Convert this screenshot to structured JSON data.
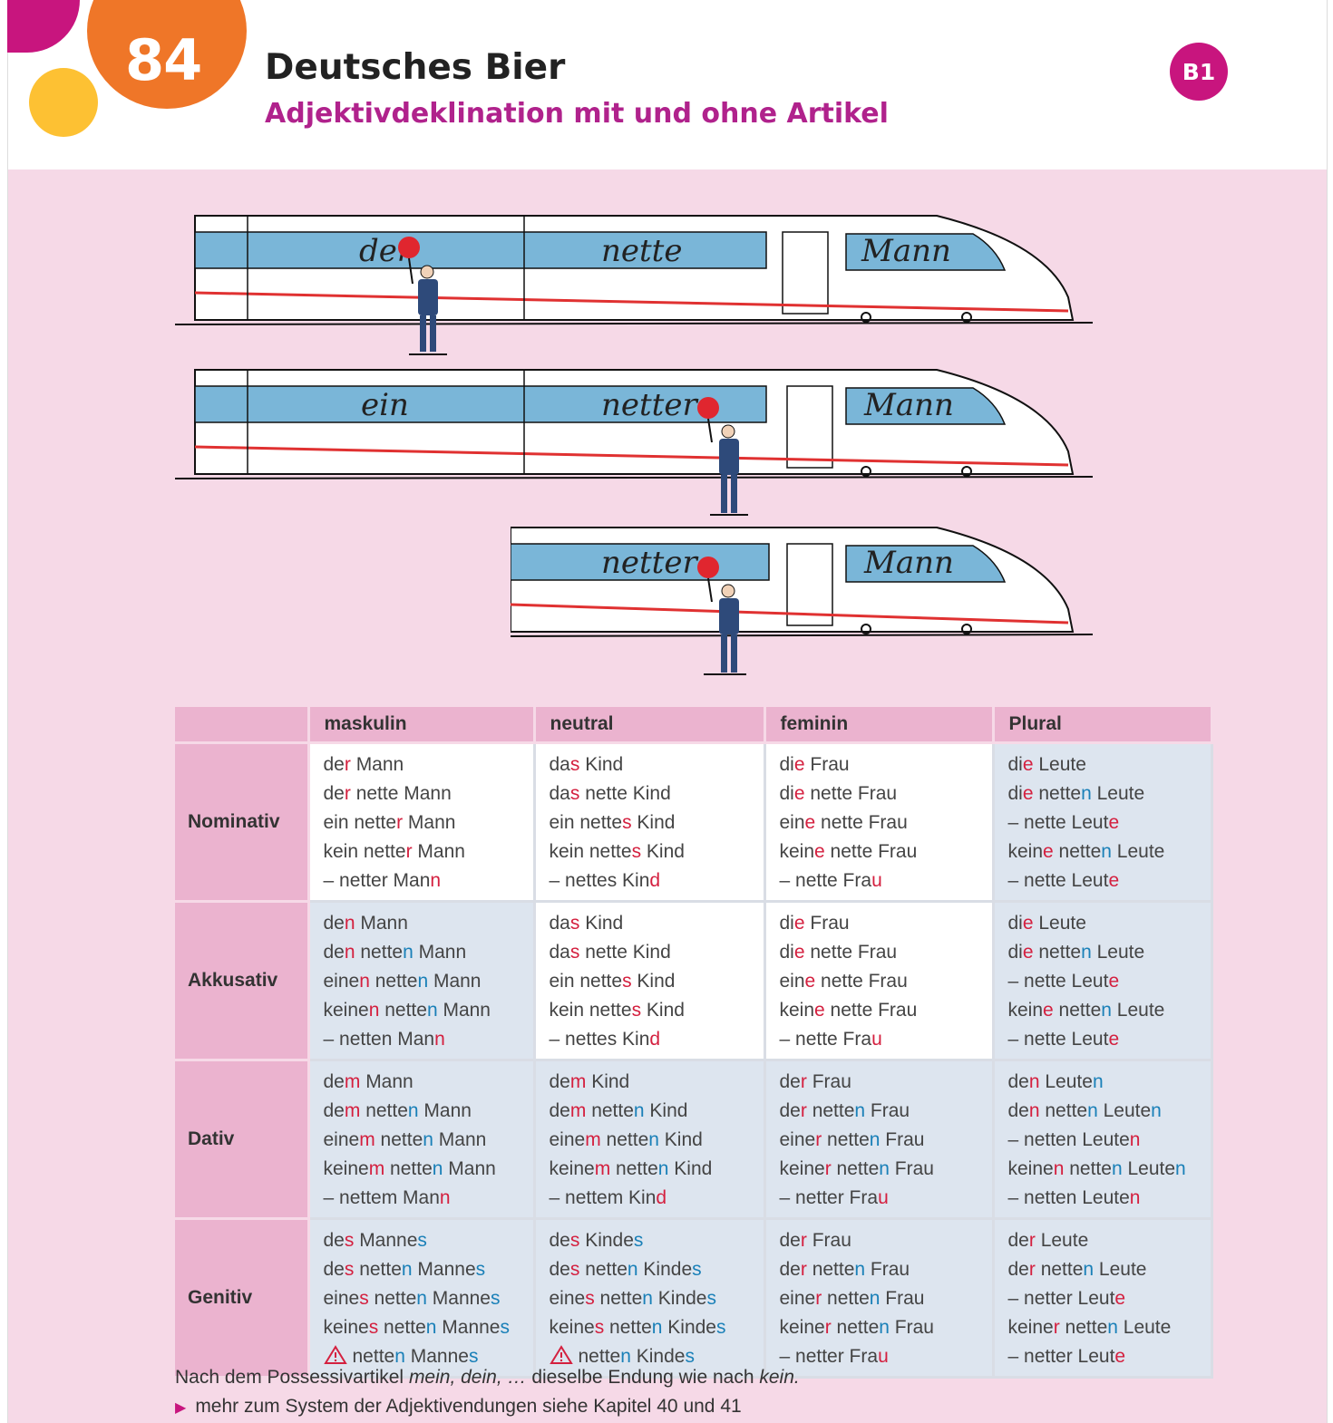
{
  "header": {
    "chapter_number": "84",
    "title": "Deutsches Bier",
    "subtitle": "Adjektivdeklination mit und ohne Artikel",
    "level": "B1"
  },
  "trains": [
    {
      "window1": "der",
      "window2": "nette",
      "window3": "Mann"
    },
    {
      "window1": "ein",
      "window2": "netter",
      "window3": "Mann"
    },
    {
      "window2": "netter",
      "window3": "Mann"
    }
  ],
  "table": {
    "headers": [
      "",
      "maskulin",
      "neutral",
      "feminin",
      "Plural"
    ],
    "rows": [
      {
        "case": "Nominativ",
        "cells": [
          [
            "der Mann",
            "der nette Mann",
            "ein netter Mann",
            "kein netter Mann",
            "– netter Mann"
          ],
          [
            "das Kind",
            "das nette Kind",
            "ein nettes Kind",
            "kein nettes Kind",
            "– nettes Kind"
          ],
          [
            "die Frau",
            "die nette Frau",
            "eine nette Frau",
            "keine nette Frau",
            "– nette Frau"
          ],
          [
            "die Leute",
            "die netten Leute",
            "– nette Leute",
            "keine netten Leute",
            "– nette Leute"
          ]
        ]
      },
      {
        "case": "Akkusativ",
        "cells": [
          [
            "den Mann",
            "den netten Mann",
            "einen netten Mann",
            "keinen netten Mann",
            "– netten Mann"
          ],
          [
            "das Kind",
            "das nette Kind",
            "ein nettes Kind",
            "kein nettes Kind",
            "– nettes Kind"
          ],
          [
            "die Frau",
            "die nette Frau",
            "eine nette Frau",
            "keine nette Frau",
            "– nette Frau"
          ],
          [
            "die Leute",
            "die netten Leute",
            "– nette Leute",
            "keine netten Leute",
            "– nette Leute"
          ]
        ]
      },
      {
        "case": "Dativ",
        "cells": [
          [
            "dem Mann",
            "dem netten Mann",
            "einem netten Mann",
            "keinem netten Mann",
            "– nettem Mann"
          ],
          [
            "dem Kind",
            "dem netten Kind",
            "einem netten Kind",
            "keinem netten Kind",
            "– nettem Kind"
          ],
          [
            "der Frau",
            "der netten Frau",
            "einer netten Frau",
            "keiner netten Frau",
            "– netter Frau"
          ],
          [
            "den Leuten",
            "den netten Leuten",
            "– netten Leuten",
            "keinen netten Leuten",
            "– netten Leuten"
          ]
        ]
      },
      {
        "case": "Genitiv",
        "cells": [
          [
            "des Mannes",
            "des netten Mannes",
            "eines netten Mannes",
            "keines netten Mannes",
            "netten Mannes"
          ],
          [
            "des Kindes",
            "des netten Kindes",
            "eines netten Kindes",
            "keines netten Kindes",
            "netten Kindes"
          ],
          [
            "der Frau",
            "der netten Frau",
            "einer netten Frau",
            "keiner netten Frau",
            "– netter Frau"
          ],
          [
            "der Leute",
            "der netten Leute",
            "– netter Leute",
            "keiner netten Leute",
            "– netter Leute"
          ]
        ]
      }
    ]
  },
  "footnote": {
    "pre": "Nach dem Possessivartikel ",
    "italic1": "mein, dein, …",
    "mid": " dieselbe Endung wie nach ",
    "italic2": "kein.",
    "link": "mehr zum System der Adjektivendungen siehe Kapitel 40 und 41"
  },
  "colors": {
    "accent_magenta": "#c8157e",
    "orange": "#ef7628",
    "yellow": "#fdc133",
    "panel_pink": "#f6d9e7",
    "header_pink": "#ebb3cf",
    "ending_red": "#d4203f",
    "ending_blue": "#1a80b8"
  }
}
